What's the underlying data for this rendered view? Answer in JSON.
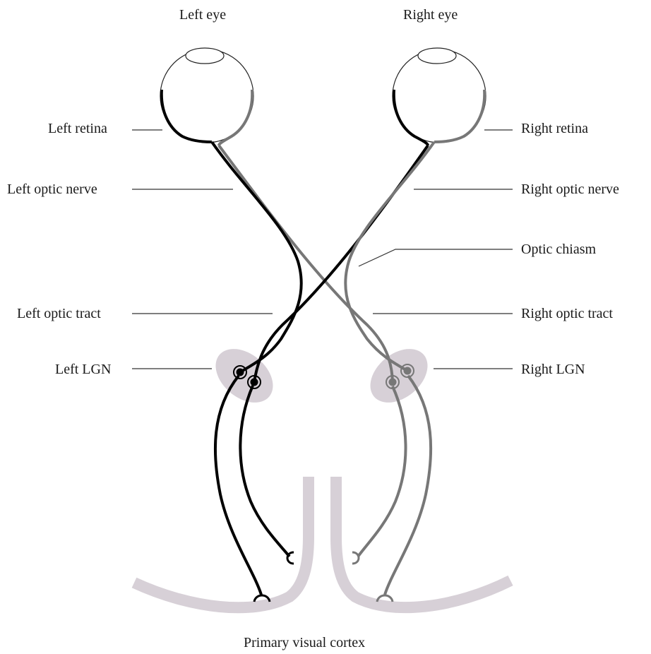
{
  "labels": {
    "left_eye": "Left eye",
    "right_eye": "Right eye",
    "left_retina": "Left retina",
    "right_retina": "Right retina",
    "left_optic_nerve": "Left optic nerve",
    "right_optic_nerve": "Right optic nerve",
    "optic_chiasm": "Optic chiasm",
    "left_optic_tract": "Left optic tract",
    "right_optic_tract": "Right optic tract",
    "left_lgn": "Left LGN",
    "right_lgn": "Right LGN",
    "primary_visual_cortex": "Primary visual cortex"
  },
  "colors": {
    "left_pathway": "#000000",
    "right_pathway": "#777777",
    "lgn_fill": "#d7d0d7",
    "cortex_fill": "#d7d0d7",
    "eye_outline": "#222222",
    "leader_line": "#333333"
  }
}
